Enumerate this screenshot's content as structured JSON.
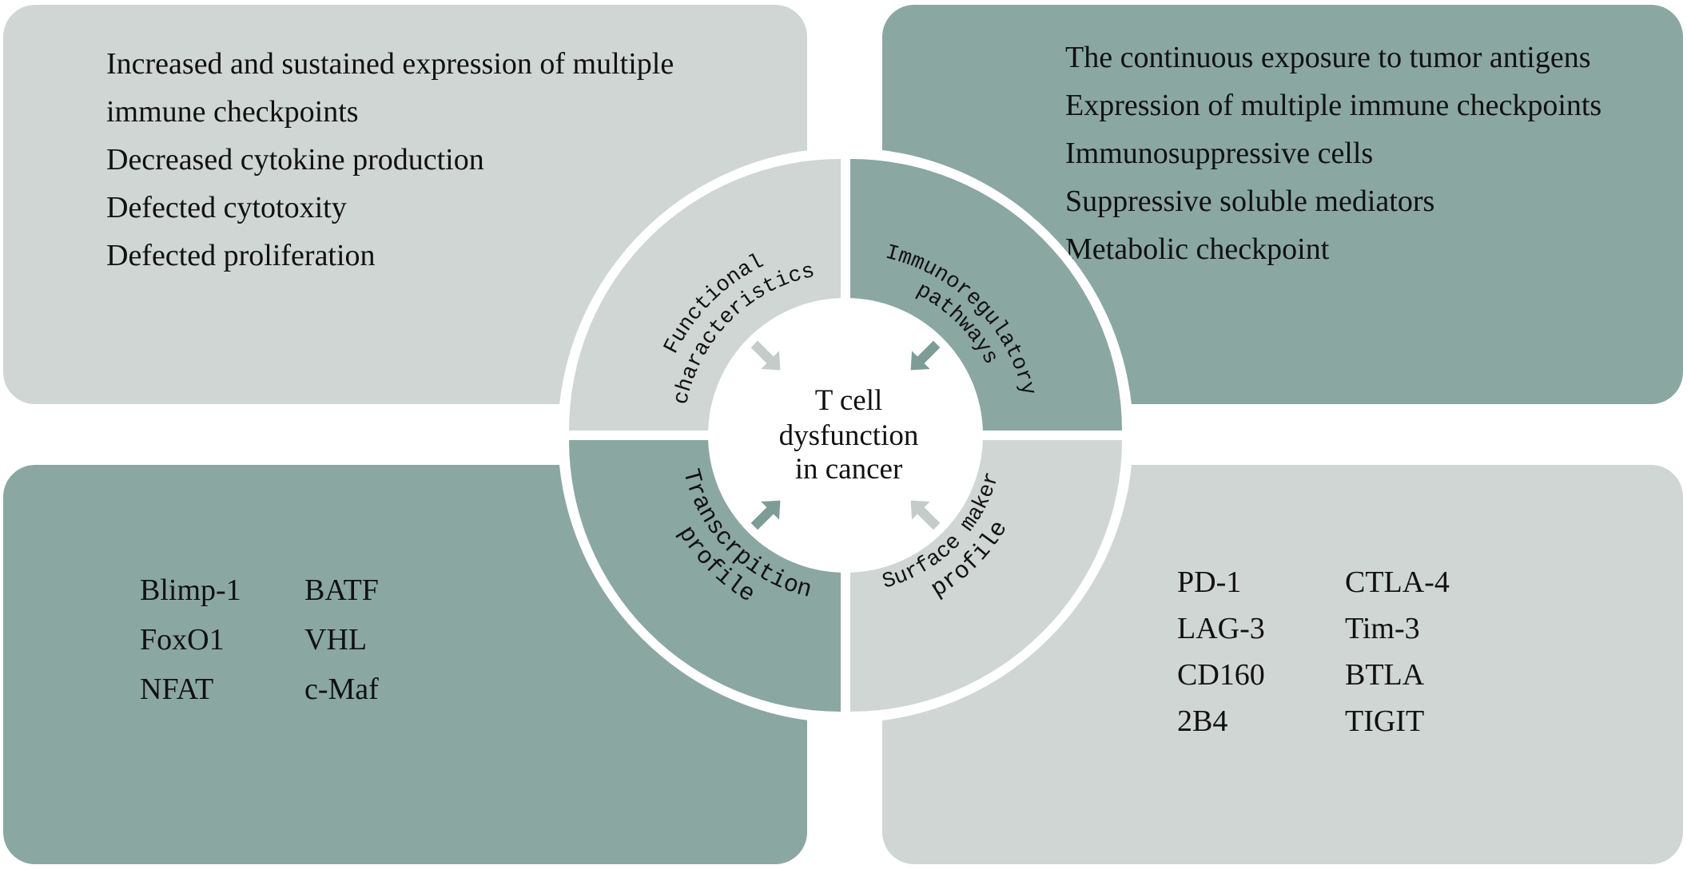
{
  "center": {
    "lines": [
      "T cell",
      "dysfunction",
      "in cancer"
    ]
  },
  "quadrants": {
    "functional": {
      "label_lines": [
        "Functional",
        "characteristics"
      ],
      "items": [
        "Increased and sustained expression of  multiple",
        "immune checkpoints",
        "Decreased cytokine production",
        "Defected cytotoxity",
        "Defected proliferation"
      ]
    },
    "immunoregulatory": {
      "label_lines": [
        "Immunoregulatory",
        "pathways"
      ],
      "items": [
        "The continuous exposure to tumor antigens",
        "Expression of multiple immune checkpoints",
        "Immunosuppressive cells",
        "Suppressive soluble mediators",
        "Metabolic checkpoint"
      ]
    },
    "transcription": {
      "label_lines": [
        "Transcrpition",
        "profile"
      ],
      "col1": [
        "Blimp-1",
        "FoxO1",
        "NFAT"
      ],
      "col2": [
        "BATF",
        "VHL",
        "c-Maf"
      ]
    },
    "surface": {
      "label_lines": [
        "Surface maker",
        "profile"
      ],
      "col1": [
        "PD-1",
        "LAG-3",
        "CD160",
        "2B4"
      ],
      "col2": [
        "CTLA-4",
        "Tim-3",
        "BTLA",
        "TIGIT"
      ]
    }
  },
  "colors": {
    "light": "#d0d6d4",
    "dark": "#8ba7a2",
    "ring_border": "#ffffff",
    "text": "#111111"
  }
}
